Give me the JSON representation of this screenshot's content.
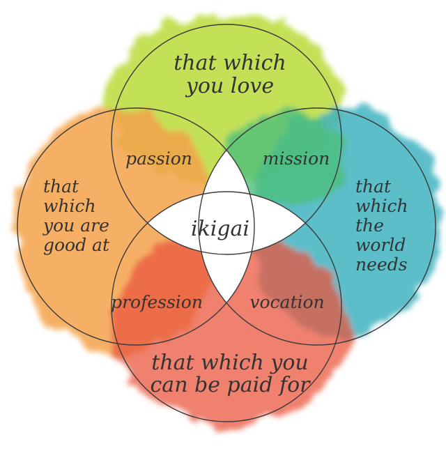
{
  "colors": {
    "love": "#b8dc3a",
    "good_at": "#f5a24a",
    "world_needs": "#3fb3c0",
    "paid_for": "#e9573f",
    "mission_mix": "#4fc07a",
    "line": "#3a3a3a",
    "text": "#333333"
  },
  "circles": {
    "love_lines": [
      "that which",
      "you love"
    ],
    "good_at_lines": [
      "that",
      "which",
      "you are",
      "good at"
    ],
    "world_needs_lines": [
      "that",
      "which",
      "the",
      "world",
      "needs"
    ],
    "paid_for_lines": [
      "that which you",
      "can be paid for"
    ]
  },
  "overlaps": {
    "passion": "passion",
    "mission": "mission",
    "profession": "profession",
    "vocation": "vocation"
  },
  "center": "ikigai"
}
